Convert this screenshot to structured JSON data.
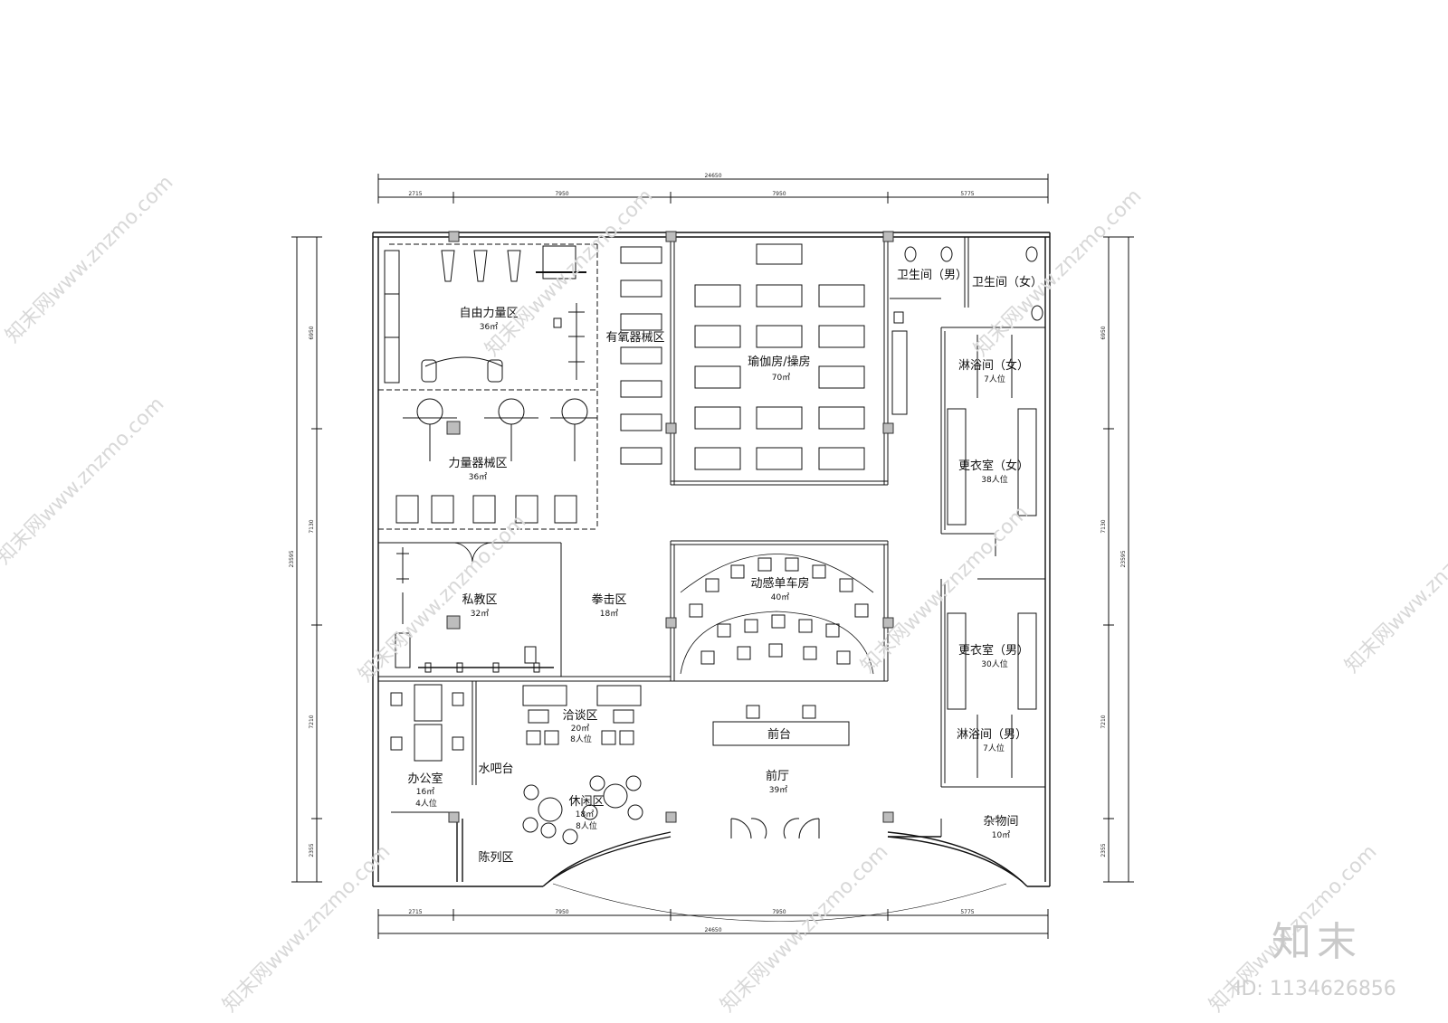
{
  "rooms": {
    "free_weight": {
      "name": "自由力量区",
      "area": "36㎡"
    },
    "cardio": {
      "name": "有氧器械区"
    },
    "yoga": {
      "name": "瑜伽房/操房",
      "area": "70㎡"
    },
    "wc_male": {
      "name": "卫生间（男）"
    },
    "wc_female": {
      "name": "卫生间（女）"
    },
    "shower_female": {
      "name": "淋浴间（女）",
      "seats": "7人位"
    },
    "strength": {
      "name": "力量器械区",
      "area": "36㎡"
    },
    "locker_female": {
      "name": "更衣室（女）",
      "seats": "38人位"
    },
    "private_training": {
      "name": "私教区",
      "area": "32㎡"
    },
    "boxing": {
      "name": "拳击区",
      "area": "18㎡"
    },
    "spinning": {
      "name": "动感单车房",
      "area": "40㎡"
    },
    "locker_male": {
      "name": "更衣室（男）",
      "seats": "30人位"
    },
    "negotiation": {
      "name": "洽谈区",
      "area": "20㎡",
      "seats": "8人位"
    },
    "reception": {
      "name": "前台"
    },
    "shower_male": {
      "name": "淋浴间（男）",
      "seats": "7人位"
    },
    "water_bar": {
      "name": "水吧台"
    },
    "office": {
      "name": "办公室",
      "area": "16㎡",
      "seats": "4人位"
    },
    "lobby": {
      "name": "前厅",
      "area": "39㎡"
    },
    "lounge": {
      "name": "休闲区",
      "area": "18㎡",
      "seats": "8人位"
    },
    "storage": {
      "name": "杂物间",
      "area": "10㎡"
    },
    "display": {
      "name": "陈列区"
    }
  },
  "dimensions": {
    "total": "24650",
    "segments": [
      "2715",
      "7950",
      "7950",
      "5775"
    ],
    "left_total": "23595",
    "left_segments": [
      "6950",
      "7130",
      "7210",
      "2355"
    ]
  },
  "watermark": {
    "text": "知末网www.znzmo.com",
    "brand": "知末",
    "id": "ID: 1134626856"
  }
}
